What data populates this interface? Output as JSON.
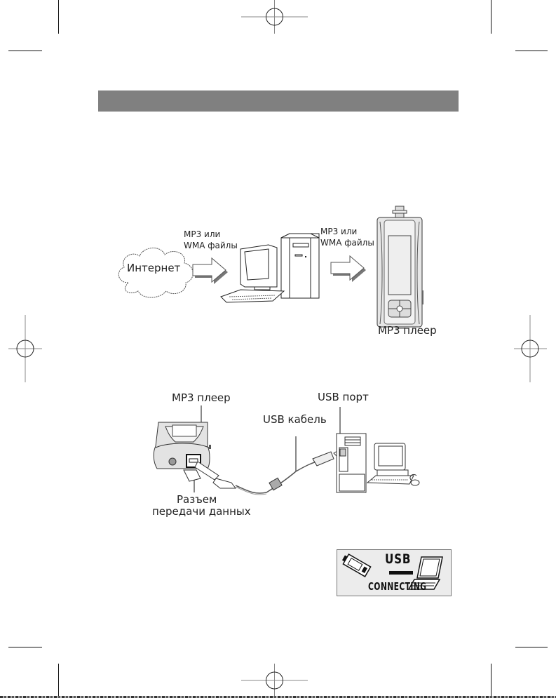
{
  "header": {
    "bar_color": "#808080"
  },
  "diagram1": {
    "internet_label": "Интернет",
    "arrow1_label_line1": "MP3 или",
    "arrow1_label_line2": "WMA файлы",
    "arrow2_label_line1": "MP3 или",
    "arrow2_label_line2": "WMA файлы",
    "player_label": "MP3 плеер",
    "icons": [
      "cloud-icon",
      "arrow-right-icon",
      "desktop-computer-icon",
      "mp3-player-icon"
    ]
  },
  "diagram2": {
    "player_label": "MP3 плеер",
    "usb_port_label": "USB порт",
    "usb_cable_label": "USB кабель",
    "connector_label_line1": "Разъем",
    "connector_label_line2": "передачи данных",
    "icons": [
      "mp3-player-icon",
      "usb-cable-icon",
      "desktop-computer-icon"
    ]
  },
  "usb_screen": {
    "title": "USB",
    "status": "CONNECTING"
  }
}
